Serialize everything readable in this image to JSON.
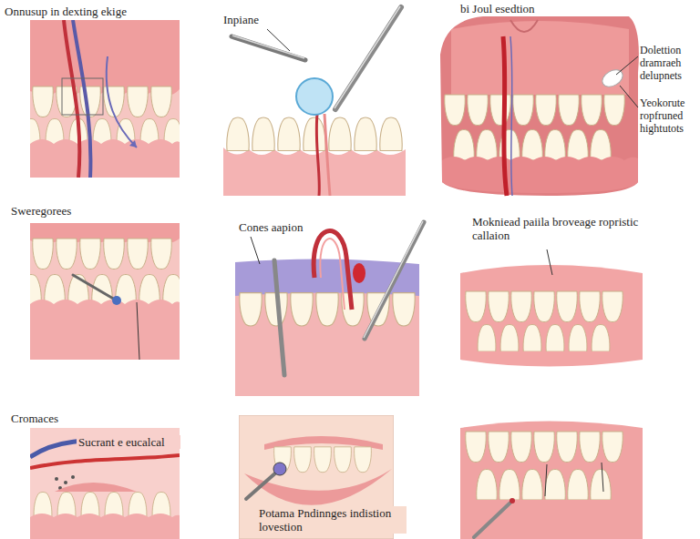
{
  "diagram": {
    "labels": [
      "Onnusup in dexting ekige",
      "Inpiane",
      "bi Joul esedtion",
      "Dolettion dramraeh delupnets",
      "Yeokorute ropfruned hightutots",
      "Sweregorees",
      "Cones aapion",
      "Mokniead paiila broveage ropristic callaion",
      "Cromaces",
      "Sucrant e eucalcal",
      "Potama Pndinnges indistion lovestion"
    ]
  }
}
